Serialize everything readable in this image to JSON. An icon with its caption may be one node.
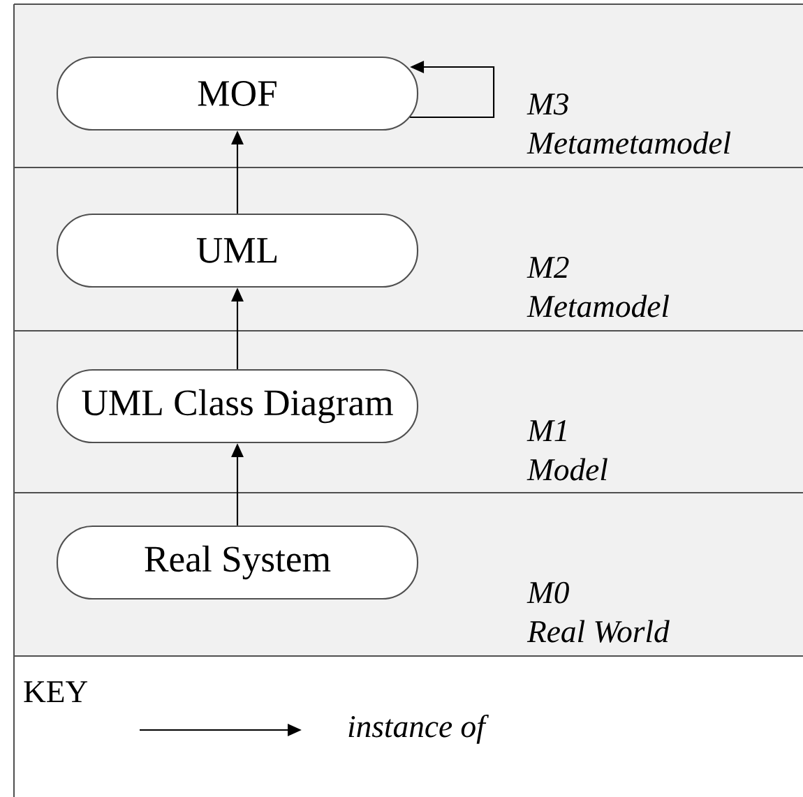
{
  "diagram": {
    "nodes": [
      {
        "text": [
          "M3",
          "Metametamodel"
        ]
      },
      {
        "text": [
          "MOF"
        ],
        "in": 0
      },
      {
        "text": [
          "M2",
          "Metamodel"
        ]
      },
      {
        "text": [
          "UML"
        ],
        "in": 2
      },
      {
        "text": [
          "M1",
          "Model"
        ]
      },
      {
        "text": [
          "UML Class Diagram"
        ],
        "in": 4
      },
      {
        "text": [
          "M0",
          "Real World"
        ]
      },
      {
        "text": [
          "Real System"
        ],
        "in": 6
      }
    ],
    "edges": [
      {
        "from": 1,
        "to": 1,
        "arrow": "to"
      },
      {
        "from": 3,
        "to": 1,
        "arrow": "to"
      },
      {
        "from": 5,
        "to": 3,
        "arrow": "to"
      },
      {
        "from": 7,
        "to": 5,
        "arrow": "to"
      }
    ],
    "labels": [
      "KEY"
    ],
    "legend": [
      {
        "text": "instance of"
      }
    ]
  }
}
